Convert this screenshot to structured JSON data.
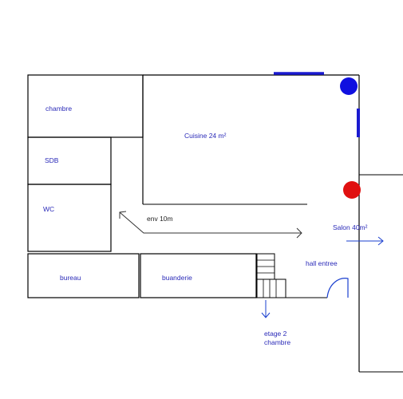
{
  "rooms": {
    "chambre": "chambre",
    "sdb": "SDB",
    "wc": "WC",
    "bureau": "bureau",
    "buanderie": "buanderie",
    "cuisine": "Cuisine 24 m²",
    "salon": "Salon 40m²",
    "hall": "hall entree"
  },
  "annotations": {
    "distance": "env 10m",
    "stairs_line1": "etage 2",
    "stairs_line2": "chambre"
  },
  "colors": {
    "wall": "#000000",
    "thin": "#333333",
    "window": "#1a1ad0",
    "marker_blue": "#1010e0",
    "marker_red": "#e01010",
    "arrow": "#1a3fcf",
    "text": "#2a2ab8"
  }
}
